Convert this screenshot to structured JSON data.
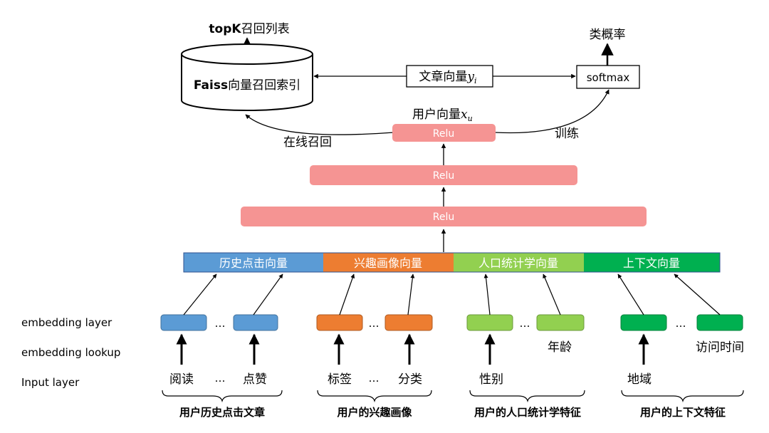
{
  "colors": {
    "relu": "#f59493",
    "history": "#5b9bd5",
    "interest": "#ed7d31",
    "demographic": "#92d050",
    "context": "#00b050"
  },
  "top": {
    "topk_bold": "topK",
    "topk_rest": "召回列表",
    "faiss_bold": "Faiss",
    "faiss_rest": "向量召回索引",
    "article_vector": "文章向量",
    "article_var": "y",
    "article_sub": "i",
    "softmax": "softmax",
    "class_prob": "类概率",
    "user_vector": "用户向量",
    "user_var": "x",
    "user_sub": "u",
    "online_recall": "在线召回",
    "train": "训练"
  },
  "relu_layers": [
    "Relu",
    "Relu",
    "Relu"
  ],
  "concat_segments": [
    "历史点击向量",
    "兴趣画像向量",
    "人口统计学向量",
    "上下文向量"
  ],
  "layer_labels": [
    "embedding layer",
    "embedding lookup",
    "Input layer"
  ],
  "ellipsis": "…",
  "features": {
    "history": [
      "阅读",
      "点赞"
    ],
    "interest": [
      "标签",
      "分类"
    ],
    "demographic": [
      "性别",
      "年龄"
    ],
    "context": [
      "地域",
      "访问时间"
    ]
  },
  "groups": [
    "用户历史点击文章",
    "用户的兴趣画像",
    "用户的人口统计学特征",
    "用户的上下文特征"
  ]
}
